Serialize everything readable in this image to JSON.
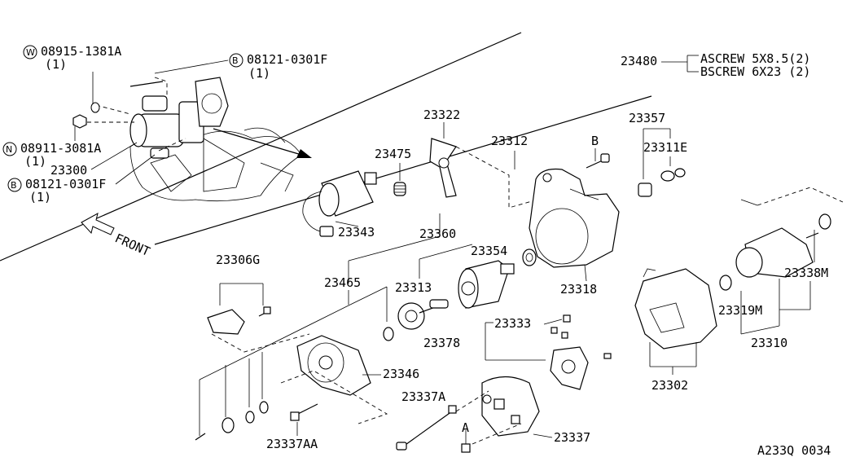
{
  "diagram_id": "A233Q 0034",
  "front_label": "FRONT",
  "callouts": {
    "w_part": "08915-1381A",
    "w_qty": "(1)",
    "b_part_top": "08121-0301F",
    "b_qty_top": "(1)",
    "n_part": "08911-3081A",
    "n_qty": "(1)",
    "starter_assy": "23300",
    "b_part_bottom": "08121-0301F",
    "b_qty_bottom": "(1)",
    "sym_w": "W",
    "sym_b": "B",
    "sym_n": "N"
  },
  "screw_kit": {
    "part": "23480",
    "a_line": "ASCREW 5X8.5(2)",
    "b_line": "BSCREW 6X23 (2)"
  },
  "parts": {
    "p23322": "23322",
    "p23312": "23312",
    "p23357": "23357",
    "p23311e": "23311E",
    "p23475": "23475",
    "p23343": "23343",
    "p23360": "23360",
    "p23354": "23354",
    "p23306g": "23306G",
    "p23465": "23465",
    "p23313": "23313",
    "p23318": "23318",
    "p23338m": "23338M",
    "p23319m": "23319M",
    "p23310": "23310",
    "p23333": "23333",
    "p23378": "23378",
    "p23346": "23346",
    "p23302": "23302",
    "p23337a": "23337A",
    "p23337": "23337",
    "p23337aa": "23337AA"
  },
  "ref_letters": {
    "b": "B",
    "a": "A"
  }
}
